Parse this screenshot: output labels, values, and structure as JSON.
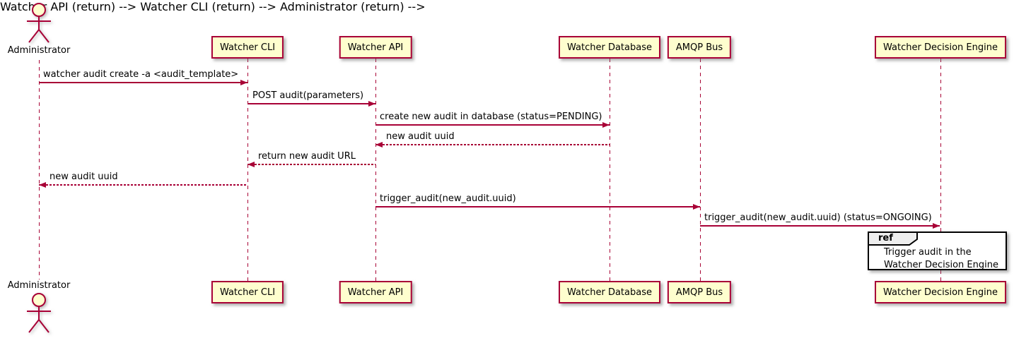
{
  "actor": {
    "name": "Administrator"
  },
  "participants": [
    {
      "label": "Watcher CLI"
    },
    {
      "label": "Watcher API"
    },
    {
      "label": "Watcher Database"
    },
    {
      "label": "AMQP Bus"
    },
    {
      "label": "Watcher Decision Engine"
    }
  ],
  "messages": [
    {
      "text": "watcher audit create -a <audit_template>",
      "from": "Administrator",
      "to": "Watcher CLI",
      "line": "solid"
    },
    {
      "text": "POST audit(parameters)",
      "from": "Watcher CLI",
      "to": "Watcher API",
      "line": "solid"
    },
    {
      "text": "create new audit in database (status=PENDING)",
      "from": "Watcher API",
      "to": "Watcher Database",
      "line": "solid"
    },
    {
      "text": "new audit uuid",
      "from": "Watcher Database",
      "to": "Watcher API",
      "line": "dashed"
    },
    {
      "text": "return new audit URL",
      "from": "Watcher API",
      "to": "Watcher CLI",
      "line": "dashed"
    },
    {
      "text": "new audit uuid",
      "from": "Watcher CLI",
      "to": "Administrator",
      "line": "dashed"
    },
    {
      "text": "trigger_audit(new_audit.uuid)",
      "from": "Watcher API",
      "to": "AMQP Bus",
      "line": "solid"
    },
    {
      "text": "trigger_audit(new_audit.uuid) (status=ONGOING)",
      "from": "AMQP Bus",
      "to": "Watcher Decision Engine",
      "line": "solid"
    }
  ],
  "ref": {
    "keyword": "ref",
    "line1": "Trigger audit in the",
    "line2": "Watcher Decision Engine"
  },
  "colors": {
    "participant_fill": "#FEFECE",
    "participant_border": "#A80036",
    "arrow": "#A80036",
    "lifeline": "#A80036",
    "ref_tab_fill": "#EEEEEE",
    "ref_border": "#000000"
  }
}
